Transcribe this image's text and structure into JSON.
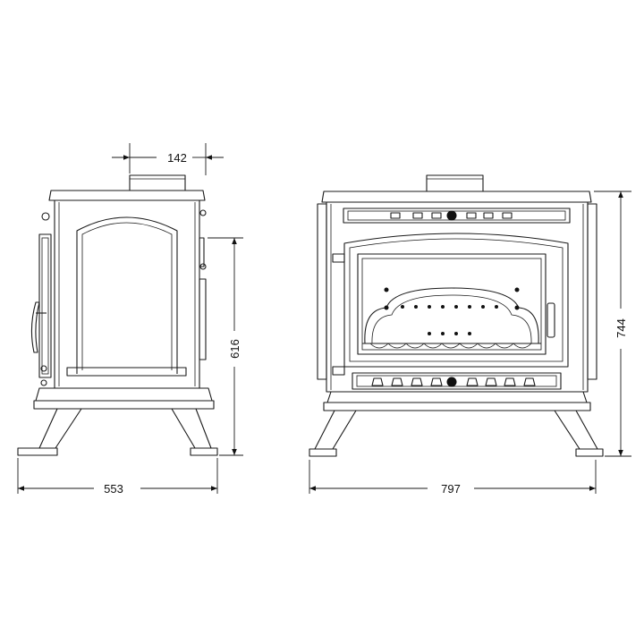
{
  "dimensions": {
    "flue_width": "142",
    "side_depth": "553",
    "side_height": "616",
    "front_width": "797",
    "front_height": "744"
  },
  "colors": {
    "line": "#1a1a1a",
    "background": "#ffffff"
  }
}
